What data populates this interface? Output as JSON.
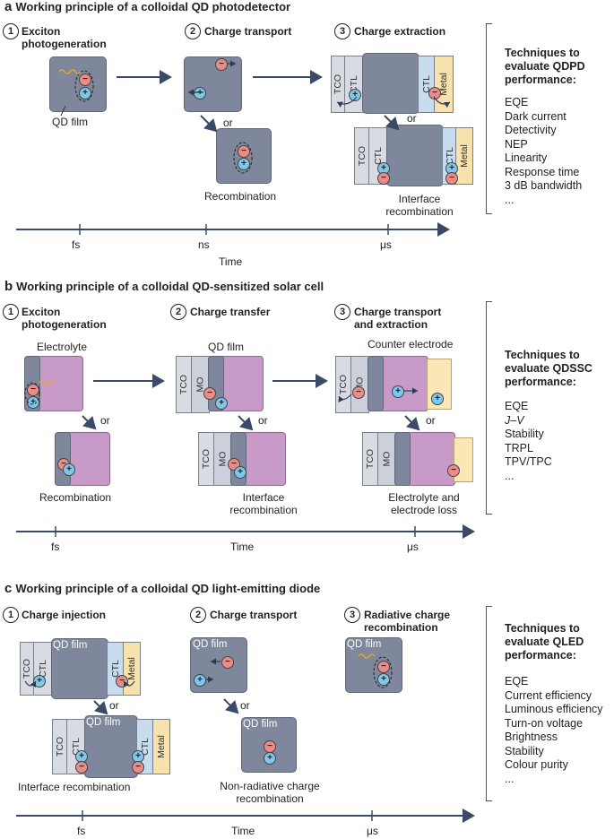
{
  "panel_a": {
    "letter": "a",
    "title": "Working principle of a colloidal QD photodetector",
    "steps": [
      {
        "num": "1",
        "label_l1": "Exciton",
        "label_l2": "photogeneration"
      },
      {
        "num": "2",
        "label": "Charge transport"
      },
      {
        "num": "3",
        "label": "Charge extraction"
      }
    ],
    "film_label": "QD film",
    "or": "or",
    "recombination": "Recombination",
    "interface_l1": "Interface",
    "interface_l2": "recombination",
    "layers": {
      "tco": "TCO",
      "ctl": "CTL",
      "metal": "Metal"
    },
    "axis": {
      "t1": "fs",
      "t2": "ns",
      "t3": "μs",
      "title": "Time"
    },
    "techniques": {
      "head_l1": "Techniques to",
      "head_l2": "evaluate QDPD",
      "head_l3": "performance:",
      "items": [
        "EQE",
        "Dark current",
        "Detectivity",
        "NEP",
        "Linearity",
        "Response time",
        "3 dB bandwidth",
        "..."
      ]
    }
  },
  "panel_b": {
    "letter": "b",
    "title": "Working principle of a colloidal QD-sensitized solar cell",
    "steps": [
      {
        "num": "1",
        "label_l1": "Exciton",
        "label_l2": "photogeneration"
      },
      {
        "num": "2",
        "label": "Charge transfer"
      },
      {
        "num": "3",
        "label_l1": "Charge transport",
        "label_l2": "and extraction"
      }
    ],
    "electrolyte": "Electrolyte",
    "qd_film": "QD film",
    "counter_electrode": "Counter electrode",
    "or": "or",
    "recombination": "Recombination",
    "interface_l1": "Interface",
    "interface_l2": "recombination",
    "loss_l1": "Electrolyte and",
    "loss_l2": "electrode loss",
    "layers": {
      "tco": "TCO",
      "mo": "MO"
    },
    "axis": {
      "t1": "fs",
      "title": "Time",
      "t3": "μs"
    },
    "techniques": {
      "head_l1": "Techniques to",
      "head_l2": "evaluate QDSSC",
      "head_l3": "performance:",
      "items": [
        "EQE",
        "J–V",
        "Stability",
        "TRPL",
        "TPV/TPC",
        "..."
      ]
    }
  },
  "panel_c": {
    "letter": "c",
    "title": "Working principle of a colloidal QD light-emitting diode",
    "steps": [
      {
        "num": "1",
        "label": "Charge injection"
      },
      {
        "num": "2",
        "label": "Charge transport"
      },
      {
        "num": "3",
        "label_l1": "Radiative charge",
        "label_l2": "recombination"
      }
    ],
    "qd_film": "QD film",
    "or": "or",
    "interface": "Interface recombination",
    "nonrad_l1": "Non-radiative charge",
    "nonrad_l2": "recombination",
    "layers": {
      "tco": "TCO",
      "ctl": "CTL",
      "metal": "Metal"
    },
    "axis": {
      "t1": "fs",
      "title": "Time",
      "t3": "μs"
    },
    "techniques": {
      "head_l1": "Techniques to",
      "head_l2": "evaluate QLED",
      "head_l3": "performance:",
      "items": [
        "EQE",
        "Current efficiency",
        "Luminous efficiency",
        "Turn-on voltage",
        "Brightness",
        "Stability",
        "Colour purity",
        "..."
      ]
    }
  },
  "charge": {
    "neg": "−",
    "pos": "+"
  }
}
